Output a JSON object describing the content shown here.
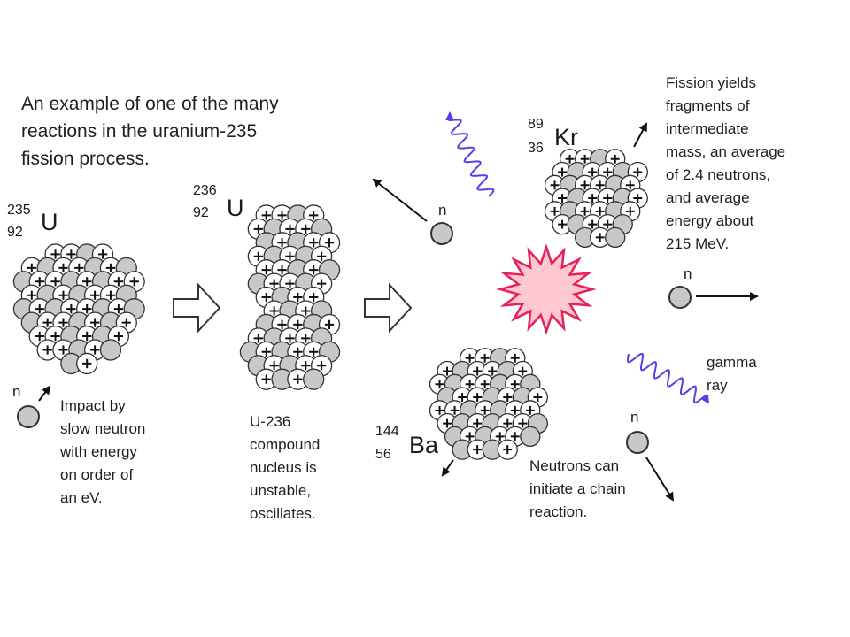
{
  "title": "An example of one of the many\nreactions in the uranium-235\nfission process.",
  "u235": {
    "mass": "235",
    "atomic": "92",
    "symbol": "U"
  },
  "u236": {
    "mass": "236",
    "atomic": "92",
    "symbol": "U"
  },
  "kr": {
    "mass": "89",
    "atomic": "36",
    "symbol": "Kr"
  },
  "ba": {
    "mass": "144",
    "atomic": "56",
    "symbol": "Ba"
  },
  "neutron_label": "n",
  "impact_note": "Impact by\nslow neutron\nwith energy\non order of\nan eV.",
  "compound_note": "U-236\ncompound\nnucleus is\nunstable,\noscillates.",
  "fission_note": "Fission yields\nfragments of\nintermediate\nmass, an average\nof 2.4 neutrons,\nand average\nenergy about\n215 MeV.",
  "gamma_note": "gamma\nray",
  "chain_note": "Neutrons can\ninitiate a chain\nreaction.",
  "colors": {
    "nucleon": "#c8c8c8",
    "explosion_fill": "#ffc8d0",
    "explosion_stroke": "#e8205a",
    "gamma": "#5a3ce8"
  }
}
